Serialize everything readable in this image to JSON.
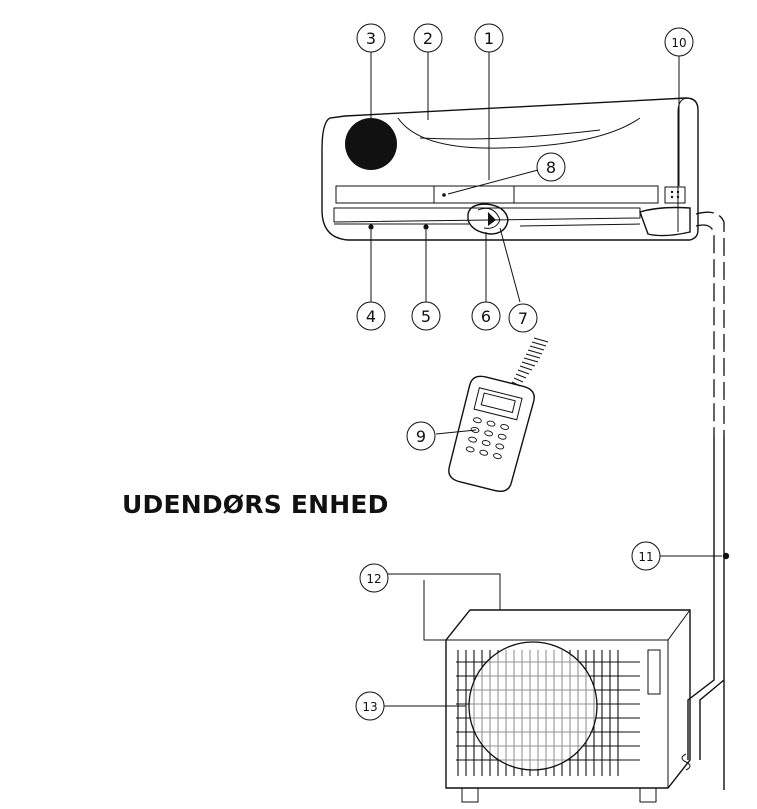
{
  "heading": {
    "outdoor_unit": "UDENDØRS ENHED"
  },
  "callouts": [
    "1",
    "2",
    "3",
    "4",
    "5",
    "6",
    "7",
    "8",
    "9",
    "10",
    "11",
    "12",
    "13"
  ],
  "colors": {
    "ink": "#111111",
    "paper": "#ffffff"
  }
}
